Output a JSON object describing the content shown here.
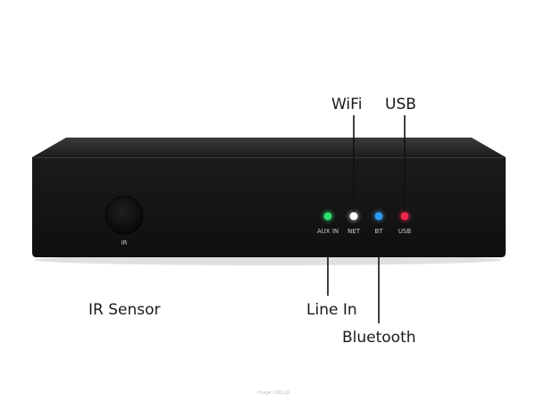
{
  "callouts": {
    "wifi": "WiFi",
    "usb": "USB",
    "ir_sensor": "IR Sensor",
    "line_in": "Line In",
    "bluetooth": "Bluetooth"
  },
  "device_labels": {
    "ir": "IR",
    "aux_in": "AUX IN",
    "net": "NET",
    "bt": "BT",
    "usb": "USB"
  },
  "indicator_colors": {
    "aux_in": "#2ee06a",
    "net": "#ffffff",
    "bt": "#2f9bf0",
    "usb": "#f0284a"
  },
  "device_color": "#141414",
  "watermark": "image 1001.pl"
}
